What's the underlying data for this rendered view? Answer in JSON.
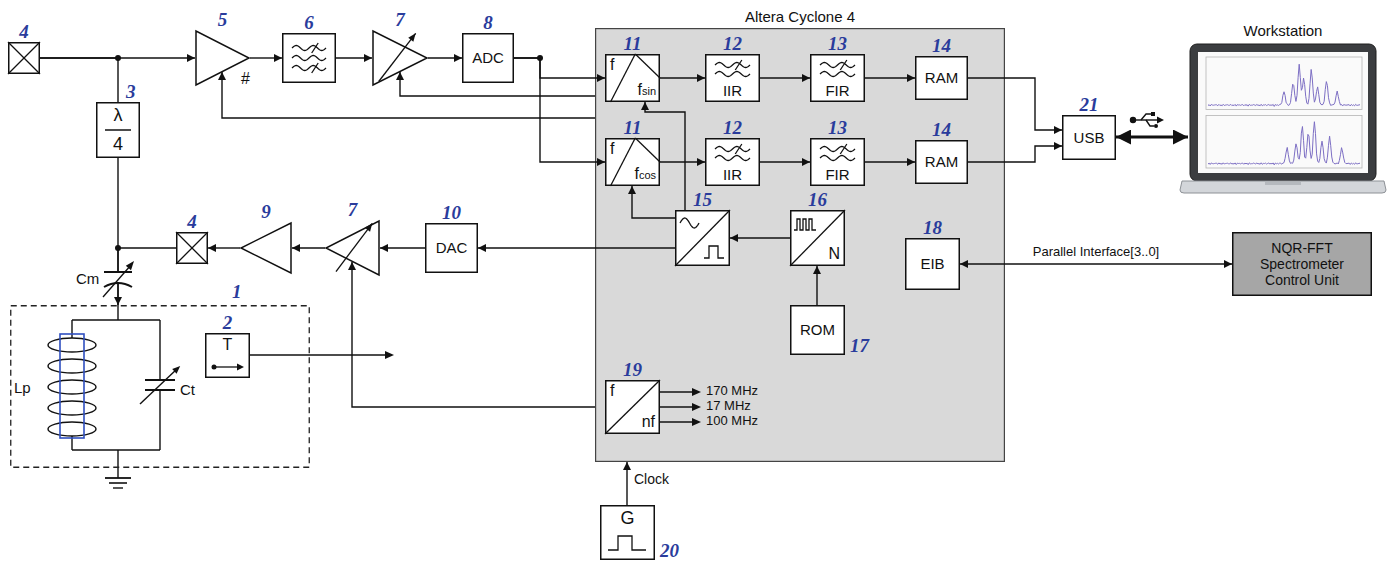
{
  "diagram": {
    "nodes": [
      {
        "text": [
          "4"
        ]
      },
      {
        "text": [
          "3",
          "λ",
          "4"
        ]
      },
      {
        "text": [
          "5",
          "#"
        ]
      },
      {
        "text": [
          "6"
        ]
      },
      {
        "text": [
          "7"
        ]
      },
      {
        "text": [
          "8",
          "ADC"
        ]
      },
      {
        "text": [
          "Altera Cyclone 4"
        ]
      },
      {
        "text": [
          "11",
          "f",
          "fsin"
        ],
        "in": 6
      },
      {
        "text": [
          "12",
          "IIR"
        ],
        "in": 6
      },
      {
        "text": [
          "13",
          "FIR"
        ],
        "in": 6
      },
      {
        "text": [
          "14",
          "RAM"
        ],
        "in": 6
      },
      {
        "text": [
          "11",
          "f",
          "fcos"
        ],
        "in": 6
      },
      {
        "text": [
          "12",
          "IIR"
        ],
        "in": 6
      },
      {
        "text": [
          "13",
          "FIR"
        ],
        "in": 6
      },
      {
        "text": [
          "14",
          "RAM"
        ],
        "in": 6
      },
      {
        "text": [
          "15"
        ],
        "in": 6
      },
      {
        "text": [
          "16",
          "N"
        ],
        "in": 6
      },
      {
        "text": [
          "18",
          "EIB"
        ],
        "in": 6
      },
      {
        "text": [
          "17",
          "ROM"
        ],
        "in": 6
      },
      {
        "text": [
          "19",
          "f",
          "nf"
        ],
        "in": 6
      },
      {
        "text": [
          "21",
          "USB"
        ]
      },
      {
        "text": [
          "Workstation"
        ]
      },
      {
        "text": [
          "NQR-FFT Spectrometer Control Unit"
        ]
      },
      {
        "text": [
          "4"
        ]
      },
      {
        "text": [
          "9"
        ]
      },
      {
        "text": [
          "7"
        ]
      },
      {
        "text": [
          "10",
          "DAC"
        ]
      },
      {
        "text": [
          "1"
        ]
      },
      {
        "text": [
          "2",
          "T"
        ],
        "in": 27
      },
      {
        "text": [
          "20",
          "G"
        ]
      }
    ],
    "edges": [
      {
        "from": 0,
        "to": 2,
        "arrow": "to"
      },
      {
        "from": 0,
        "to": 1,
        "arrow": "none"
      },
      {
        "from": 2,
        "to": 3,
        "arrow": "to"
      },
      {
        "from": 3,
        "to": 4,
        "arrow": "to"
      },
      {
        "from": 4,
        "to": 5,
        "arrow": "to"
      },
      {
        "from": 5,
        "to": 7,
        "arrow": "to"
      },
      {
        "from": 5,
        "to": 11,
        "arrow": "to"
      },
      {
        "from": 7,
        "to": 8,
        "arrow": "to"
      },
      {
        "from": 8,
        "to": 9,
        "arrow": "to"
      },
      {
        "from": 9,
        "to": 10,
        "arrow": "to"
      },
      {
        "from": 11,
        "to": 12,
        "arrow": "to"
      },
      {
        "from": 12,
        "to": 13,
        "arrow": "to"
      },
      {
        "from": 13,
        "to": 14,
        "arrow": "to"
      },
      {
        "from": 10,
        "to": 20,
        "arrow": "to"
      },
      {
        "from": 14,
        "to": 20,
        "arrow": "to"
      },
      {
        "from": 20,
        "to": 21,
        "arrow": "both"
      },
      {
        "from": 17,
        "to": 22,
        "arrow": "both",
        "label": "Parallel Interface[3..0]"
      },
      {
        "from": 18,
        "to": 16,
        "arrow": "to"
      },
      {
        "from": 16,
        "to": 15,
        "arrow": "to"
      },
      {
        "from": 15,
        "to": 7,
        "arrow": "to"
      },
      {
        "from": 15,
        "to": 11,
        "arrow": "to"
      },
      {
        "from": 15,
        "to": 26,
        "arrow": "to"
      },
      {
        "from": 6,
        "to": 4,
        "arrow": "to"
      },
      {
        "from": 6,
        "to": 2,
        "arrow": "to"
      },
      {
        "from": 6,
        "to": 25,
        "arrow": "to"
      },
      {
        "from": 26,
        "to": 25,
        "arrow": "to"
      },
      {
        "from": 25,
        "to": 24,
        "arrow": "to"
      },
      {
        "from": 24,
        "to": 23,
        "arrow": "to"
      },
      {
        "from": 23,
        "to": 27,
        "arrow": "to"
      },
      {
        "from": 1,
        "to": 27,
        "arrow": "none"
      },
      {
        "from": 29,
        "to": 6,
        "arrow": "to"
      }
    ],
    "labels": [
      "Cm",
      "Lp",
      "Ct",
      "170 MHz",
      "17 MHz",
      "100 MHz",
      "Clock"
    ]
  }
}
